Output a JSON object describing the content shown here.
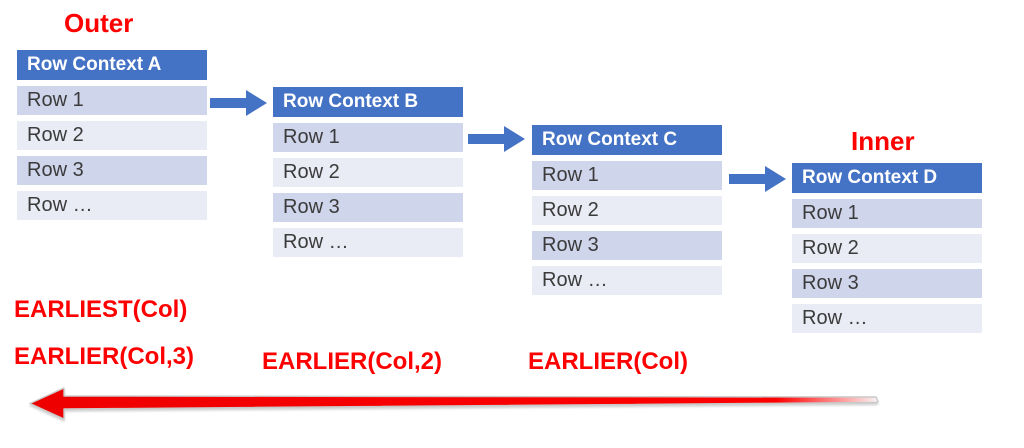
{
  "labels": {
    "outer": "Outer",
    "inner": "Inner"
  },
  "tables": [
    {
      "header": "Row Context A",
      "rows": [
        "Row 1",
        "Row 2",
        "Row 3",
        "Row …"
      ]
    },
    {
      "header": "Row Context B",
      "rows": [
        "Row 1",
        "Row 2",
        "Row 3",
        "Row …"
      ]
    },
    {
      "header": "Row Context C",
      "rows": [
        "Row 1",
        "Row 2",
        "Row 3",
        "Row …"
      ]
    },
    {
      "header": "Row Context D",
      "rows": [
        "Row 1",
        "Row 2",
        "Row 3",
        "Row …"
      ]
    }
  ],
  "functions": {
    "earliest": "EARLIEST(Col)",
    "earlier_3": "EARLIER(Col,3)",
    "earlier_2": "EARLIER(Col,2)",
    "earlier": "EARLIER(Col)"
  },
  "icons": {
    "flow_arrow": "blue-right-block-arrow",
    "direction_arrow": "red-left-tapered-arrow"
  },
  "colors": {
    "header_blue": "#4472C4",
    "band_dark": "#CFD5EA",
    "band_light": "#E9EBF5",
    "accent_red": "#FF0000",
    "header_text": "#FFFFFF",
    "body_text": "#3B3B3B"
  }
}
